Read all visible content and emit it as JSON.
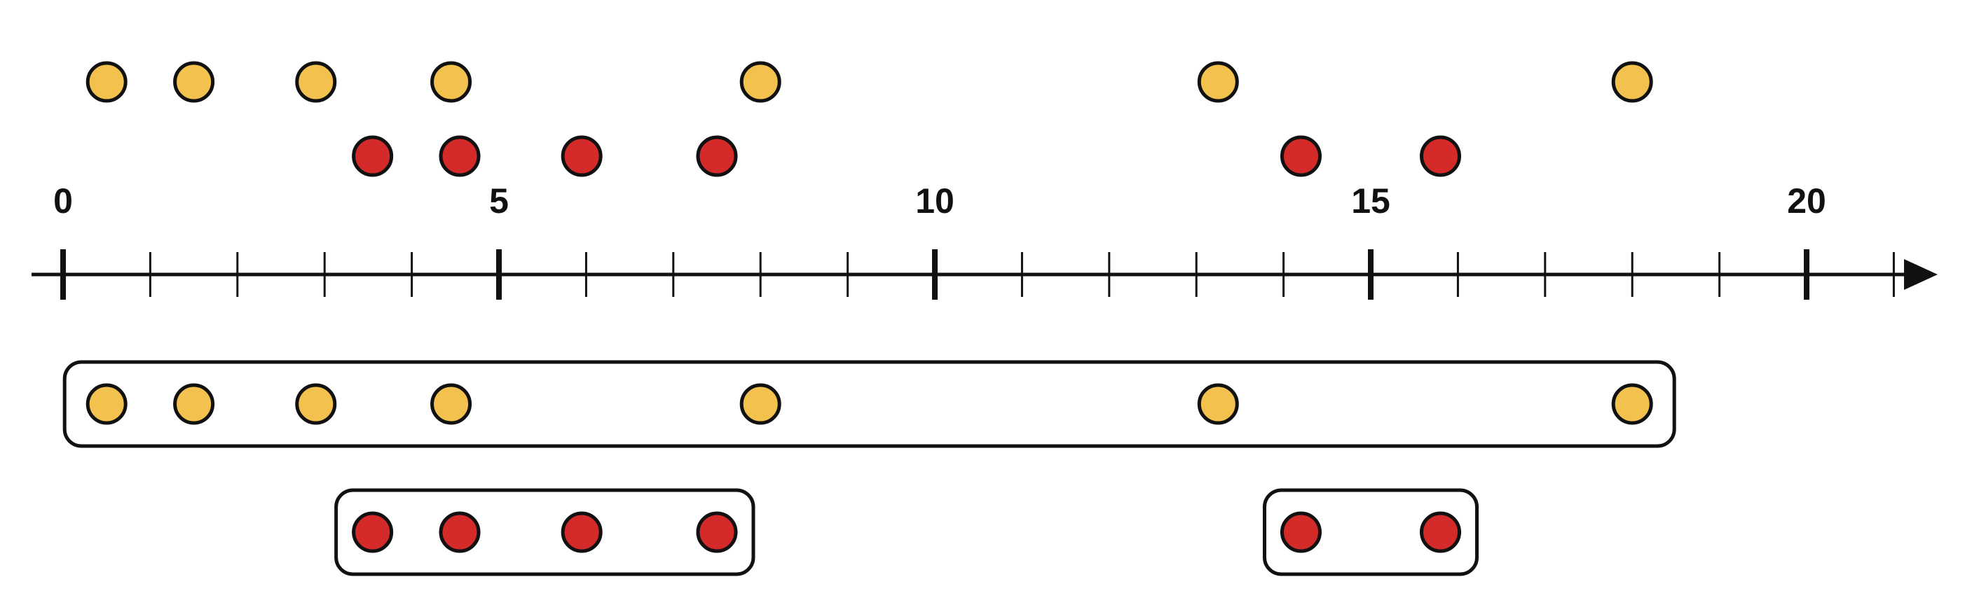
{
  "axis": {
    "min": 0,
    "max": 20,
    "minor_step": 1,
    "major_step": 5,
    "tick_labels": [
      "0",
      "5",
      "10",
      "15",
      "20"
    ]
  },
  "colors": {
    "yellow": "#f2c14e",
    "red": "#d42a2a",
    "outline": "#111111"
  },
  "points": {
    "yellow": [
      0.5,
      1.5,
      2.9,
      4.45,
      8.0,
      13.25,
      18.0
    ],
    "red": [
      3.55,
      4.55,
      5.95,
      7.5,
      14.2,
      15.8
    ]
  },
  "groups": [
    {
      "color": "yellow",
      "points": [
        0.5,
        1.5,
        2.9,
        4.45,
        8.0,
        13.25,
        18.0
      ]
    },
    {
      "color": "red",
      "points": [
        3.55,
        4.55,
        5.95,
        7.5
      ]
    },
    {
      "color": "red",
      "points": [
        14.2,
        15.8
      ]
    }
  ]
}
